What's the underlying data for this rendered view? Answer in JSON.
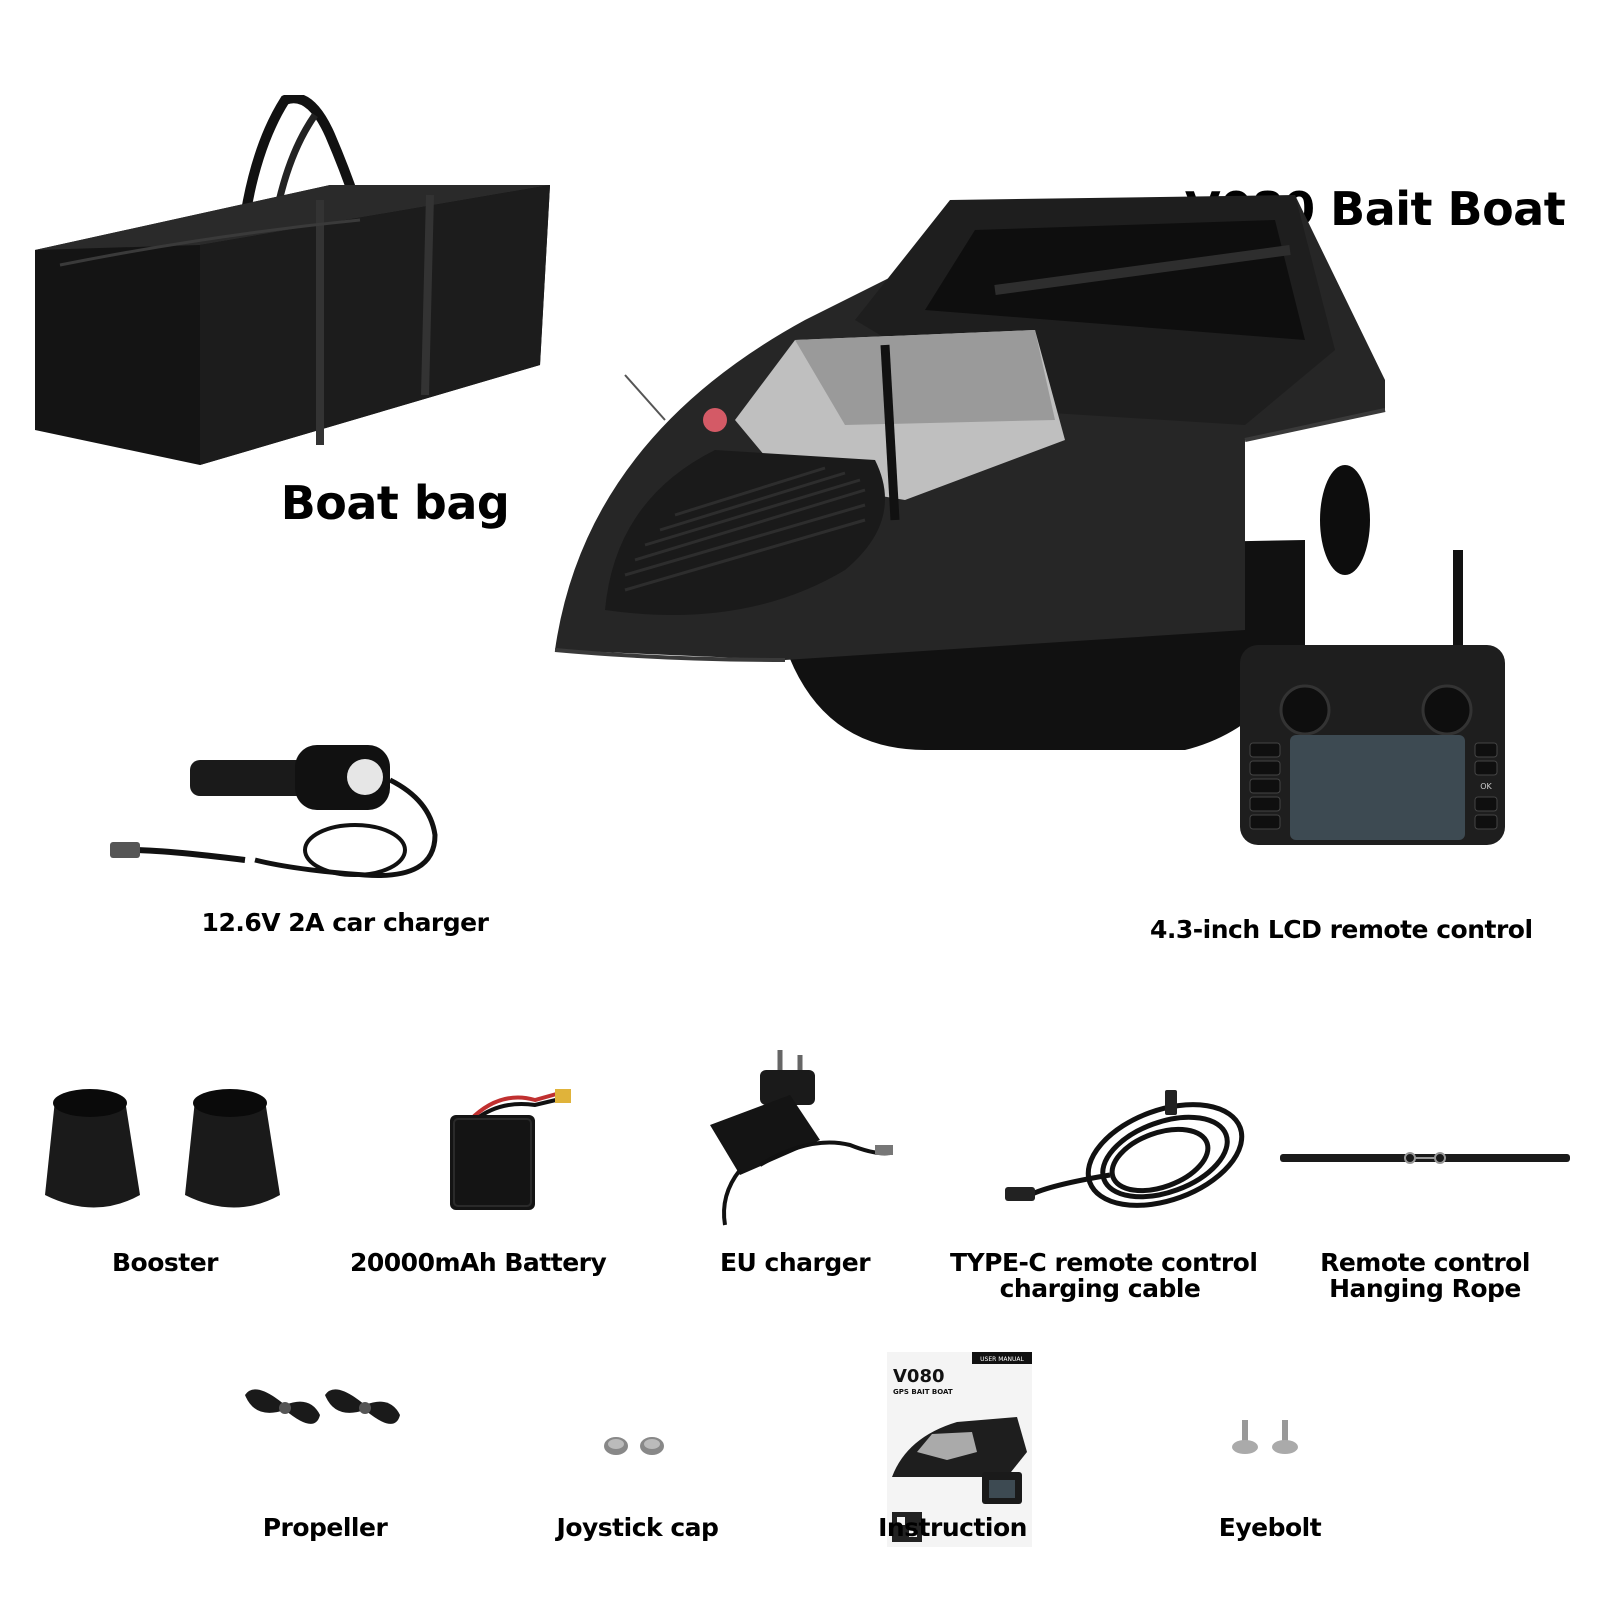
{
  "title": "V080 Bait Boat",
  "items": {
    "boat_bag": "Boat bag",
    "car_charger": "12.6V 2A car charger",
    "remote": "4.3-inch LCD remote control",
    "booster": "Booster",
    "battery": "20000mAh Battery",
    "eu_charger": "EU charger",
    "type_c_line1": "TYPE-C remote control",
    "type_c_line2": "charging cable",
    "rope_line1": "Remote control",
    "rope_line2": "Hanging Rope",
    "propeller": "Propeller",
    "joystick_cap": "Joystick cap",
    "instruction": "Instruction",
    "eyebolt": "Eyebolt"
  },
  "manual_cover": {
    "model": "V080",
    "subtitle": "GPS BAIT BOAT",
    "tag": "USER MANUAL"
  },
  "remote_buttons": [
    "OK"
  ],
  "colors": {
    "product": "#1a1a1a",
    "accent_silver": "#bfbfbf",
    "screen": "#3d4a52"
  }
}
